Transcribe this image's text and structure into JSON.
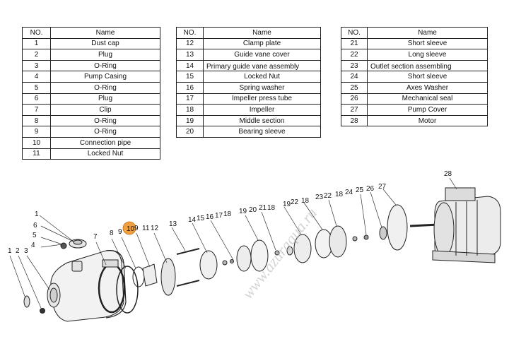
{
  "headers": {
    "no": "NO.",
    "name": "Name"
  },
  "table_left": [
    {
      "no": "1",
      "name": "Dust cap"
    },
    {
      "no": "2",
      "name": "Plug"
    },
    {
      "no": "3",
      "name": "O-Ring"
    },
    {
      "no": "4",
      "name": "Pump Casing"
    },
    {
      "no": "5",
      "name": "O-Ring"
    },
    {
      "no": "6",
      "name": "Plug"
    },
    {
      "no": "7",
      "name": "Clip"
    },
    {
      "no": "8",
      "name": "O-Ring"
    },
    {
      "no": "9",
      "name": "O-Ring"
    },
    {
      "no": "10",
      "name": "Connection pipe"
    },
    {
      "no": "11",
      "name": "Locked Nut"
    }
  ],
  "table_middle": [
    {
      "no": "12",
      "name": "Clamp plate"
    },
    {
      "no": "13",
      "name": "Guide vane cover"
    },
    {
      "no": "14",
      "name": "Primary guide vane assembly"
    },
    {
      "no": "15",
      "name": "Locked Nut"
    },
    {
      "no": "16",
      "name": "Spring washer"
    },
    {
      "no": "17",
      "name": "Impeller press tube"
    },
    {
      "no": "18",
      "name": "Impeller"
    },
    {
      "no": "19",
      "name": "Middle section"
    },
    {
      "no": "20",
      "name": "Bearing sleeve"
    }
  ],
  "table_right": [
    {
      "no": "21",
      "name": "Short sleeve"
    },
    {
      "no": "22",
      "name": "Long sleeve"
    },
    {
      "no": "23",
      "name": "Outlet section assembling"
    },
    {
      "no": "24",
      "name": "Short sleeve"
    },
    {
      "no": "25",
      "name": "Axes Washer"
    },
    {
      "no": "26",
      "name": "Mechanical seal"
    },
    {
      "no": "27",
      "name": "Pump Cover"
    },
    {
      "no": "28",
      "name": "Motor"
    }
  ],
  "callouts": [
    "1",
    "2",
    "3",
    "4",
    "5",
    "6",
    "1",
    "7",
    "8",
    "9",
    "10",
    "9",
    "11",
    "12",
    "13",
    "14",
    "15",
    "16",
    "17",
    "18",
    "19",
    "20",
    "21",
    "18",
    "19",
    "22",
    "18",
    "23",
    "22",
    "18",
    "24",
    "25",
    "26",
    "27",
    "28"
  ],
  "highlighted_callout": "10",
  "highlight_color": "#f0a040",
  "watermark": "www.azuraqua.ru"
}
